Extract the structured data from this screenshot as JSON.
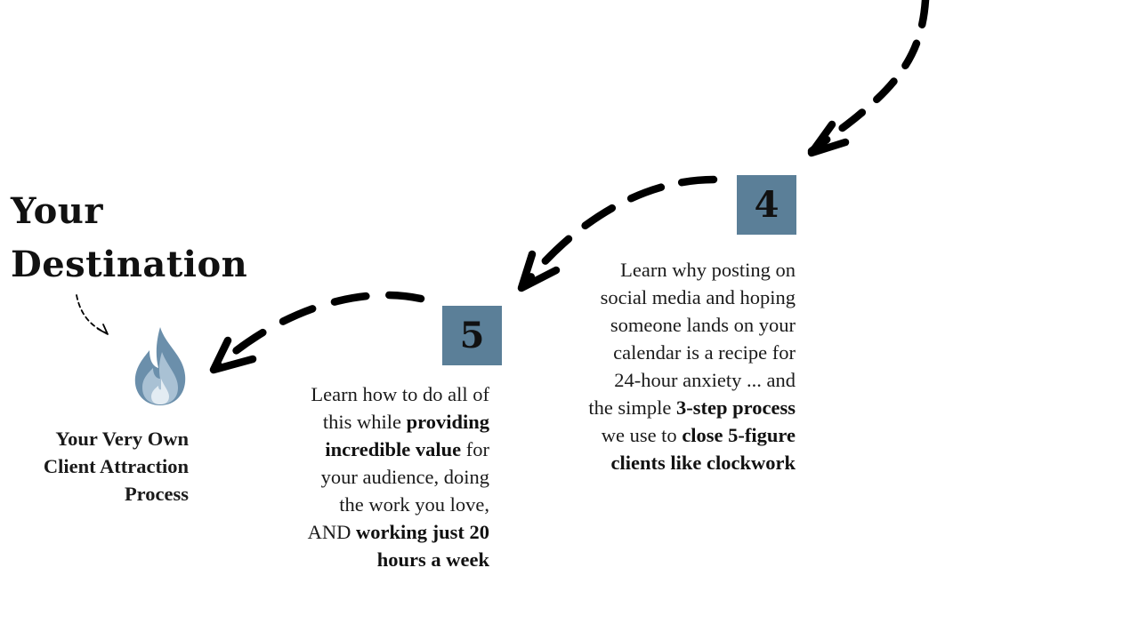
{
  "destination": {
    "title_line1": "Your",
    "title_line2": "Destination",
    "icon": "fire-icon",
    "caption_line1": "Your Very Own",
    "caption_line2": "Client Attraction",
    "caption_line3": "Process"
  },
  "steps": [
    {
      "number": "5",
      "text_parts": [
        "Learn how to do all of this while ",
        "providing incredible value",
        " for your audience, doing the work you love, AND ",
        "working just 20 hours a week"
      ]
    },
    {
      "number": "4",
      "text_parts": [
        "Learn why posting on social media and hoping someone lands on your calendar is a recipe for 24-hour anxiety ... and the simple ",
        "3-step process",
        " we use to ",
        "close 5-figure clients like clockwork"
      ]
    }
  ],
  "colors": {
    "box": "#5b7f98",
    "text": "#111111",
    "arrow": "#000000",
    "flame_outer": "#6b8fab",
    "flame_inner": "#a9c1d4",
    "flame_core": "#e3ecf3"
  }
}
